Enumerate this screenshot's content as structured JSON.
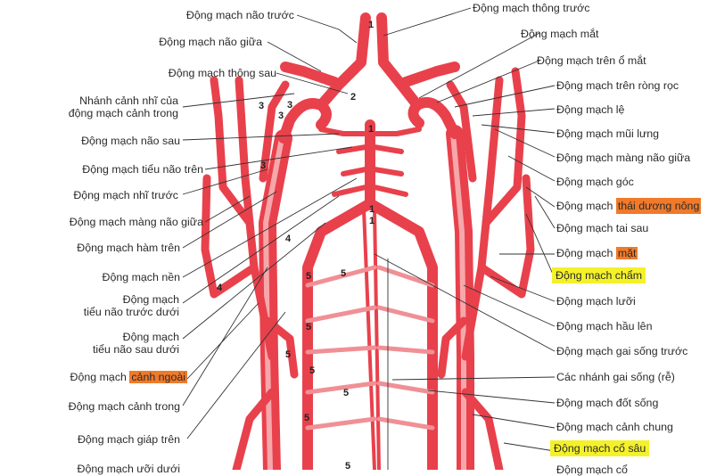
{
  "left_labels": [
    {
      "id": "dm-nao-truoc",
      "lines": [
        "Động mạch não trước"
      ]
    },
    {
      "id": "dm-nao-giua",
      "lines": [
        "Động mạch não giữa"
      ]
    },
    {
      "id": "dm-thong-sau",
      "lines": [
        "Động mạch thông sau"
      ]
    },
    {
      "id": "nhanh-canh-nhi",
      "lines": [
        "Nhánh cảnh nhĩ của",
        "động mạch cảnh trong"
      ]
    },
    {
      "id": "dm-nao-sau",
      "lines": [
        "Động mạch não sau"
      ]
    },
    {
      "id": "dm-tieu-nao-tren",
      "lines": [
        "Động mạch tiểu não trên"
      ]
    },
    {
      "id": "dm-nhi-truoc",
      "lines": [
        "Động mạch nhĩ trước"
      ]
    },
    {
      "id": "dm-mang-nao-giua-l",
      "lines": [
        "Động mạch màng não giữa"
      ]
    },
    {
      "id": "dm-ham-tren",
      "lines": [
        "Động mạch hàm trên"
      ]
    },
    {
      "id": "dm-nen",
      "lines": [
        "Động mạch nền"
      ]
    },
    {
      "id": "dm-tieu-nao-truoc-duoi",
      "lines": [
        "Động mạch",
        "tiểu não trước dưới"
      ]
    },
    {
      "id": "dm-tieu-nao-sau-duoi",
      "lines": [
        "Động mạch",
        "tiểu não sau dưới"
      ]
    },
    {
      "id": "dm-canh-ngoai",
      "prefix": "Động mạch ",
      "highlight": "cảnh ngoài"
    },
    {
      "id": "dm-canh-trong",
      "lines": [
        "Động mạch cảnh trong"
      ]
    },
    {
      "id": "dm-giap-tren",
      "lines": [
        "Động mạch giáp trên"
      ]
    },
    {
      "id": "dm-cut-bottom",
      "lines": [
        "Động mạch ưỡi dưới"
      ]
    }
  ],
  "right_labels": [
    {
      "id": "dm-thong-truoc",
      "lines": [
        "Động mạch thông trước"
      ]
    },
    {
      "id": "dm-mat-eye",
      "lines": [
        "Động mạch mắt"
      ]
    },
    {
      "id": "dm-tren-o-mat",
      "lines": [
        "Động mạch trên ổ mắt"
      ]
    },
    {
      "id": "dm-tren-rong-roc",
      "lines": [
        "Động mạch trên ròng rọc"
      ]
    },
    {
      "id": "dm-le",
      "lines": [
        "Động mạch lệ"
      ]
    },
    {
      "id": "dm-mui-lung",
      "lines": [
        "Động mạch mũi lưng"
      ]
    },
    {
      "id": "dm-mang-nao-giua-r",
      "lines": [
        "Động mạch màng não giữa"
      ]
    },
    {
      "id": "dm-goc",
      "lines": [
        "Động mạch góc"
      ]
    },
    {
      "id": "dm-thai-duong-nong",
      "prefix": "Động mạch ",
      "highlight": "thái dương nông"
    },
    {
      "id": "dm-tai-sau",
      "lines": [
        "Động mạch tai sau"
      ]
    },
    {
      "id": "dm-mat-face",
      "prefix": "Động mạch ",
      "highlight": "mặt"
    },
    {
      "id": "dm-cham",
      "yellow": "Động mạch chẩm"
    },
    {
      "id": "dm-luoi",
      "lines": [
        "Động mạch lưỡi"
      ]
    },
    {
      "id": "dm-hau-len",
      "lines": [
        "Động mạch hầu lên"
      ]
    },
    {
      "id": "dm-gai-song-truoc",
      "lines": [
        "Động mạch gai sống trước"
      ]
    },
    {
      "id": "nhanh-gai-song",
      "lines": [
        "Các nhánh gai sống (rễ)"
      ]
    },
    {
      "id": "dm-dot-song",
      "lines": [
        "Động mạch đốt sống"
      ]
    },
    {
      "id": "dm-canh-chung",
      "lines": [
        "Động mạch cảnh chung"
      ]
    },
    {
      "id": "dm-co-sau",
      "yellow": "Động mạch cổ sâu"
    },
    {
      "id": "dm-cut-bottom-r",
      "lines": [
        "Động mạch cổ"
      ]
    }
  ],
  "numbers": [
    "1",
    "2",
    "3",
    "3",
    "3",
    "3",
    "1",
    "1",
    "1",
    "4",
    "4",
    "5",
    "5",
    "5",
    "5",
    "5",
    "5",
    "5",
    "5"
  ],
  "colors": {
    "artery": "#e8414c",
    "artery_light": "#f4a2a6",
    "artery_dark": "#c42a35",
    "highlight_orange": "#f07a2a",
    "highlight_yellow": "#f4f12a"
  }
}
